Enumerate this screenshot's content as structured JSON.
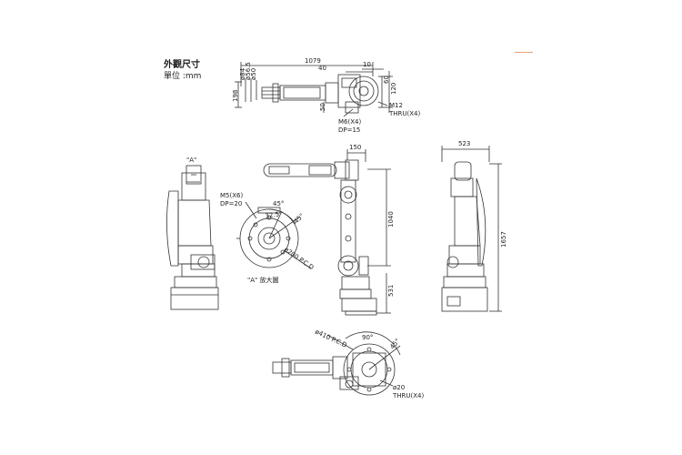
{
  "header": {
    "title": "外觀尺寸",
    "unit": "單位 :mm"
  },
  "accent_color": "#e8a07a",
  "line_color": "#333333",
  "top_view": {
    "d1079": "1079",
    "d40": "40",
    "d10": "10",
    "d198": "198",
    "d84": "ø84",
    "d56_5": "ø56.5",
    "d50": "ø50",
    "d50b": "50",
    "d60": "60",
    "d120": "120",
    "m6": "M6(X4)",
    "dp15": "DP=15",
    "m12": "M12",
    "thru": "THRU(X4)"
  },
  "detail": {
    "label_a": "\"A\"",
    "m5": "M5(X6)",
    "dp20": "DP=20",
    "a45": "45°",
    "d32": "32.5",
    "a45b": "45°",
    "pcd": "ø200 P.C.D",
    "caption": "\"A\" 放大圖"
  },
  "front_view": {
    "d150": "150",
    "d1040": "1040",
    "d531": "531"
  },
  "side_view": {
    "d523": "523",
    "d1657": "1657"
  },
  "bottom_view": {
    "pcd": "ø410 P.C.D",
    "a90": "90°",
    "a45": "45°",
    "d20": "ø20",
    "thru": "THRU(X4)"
  }
}
